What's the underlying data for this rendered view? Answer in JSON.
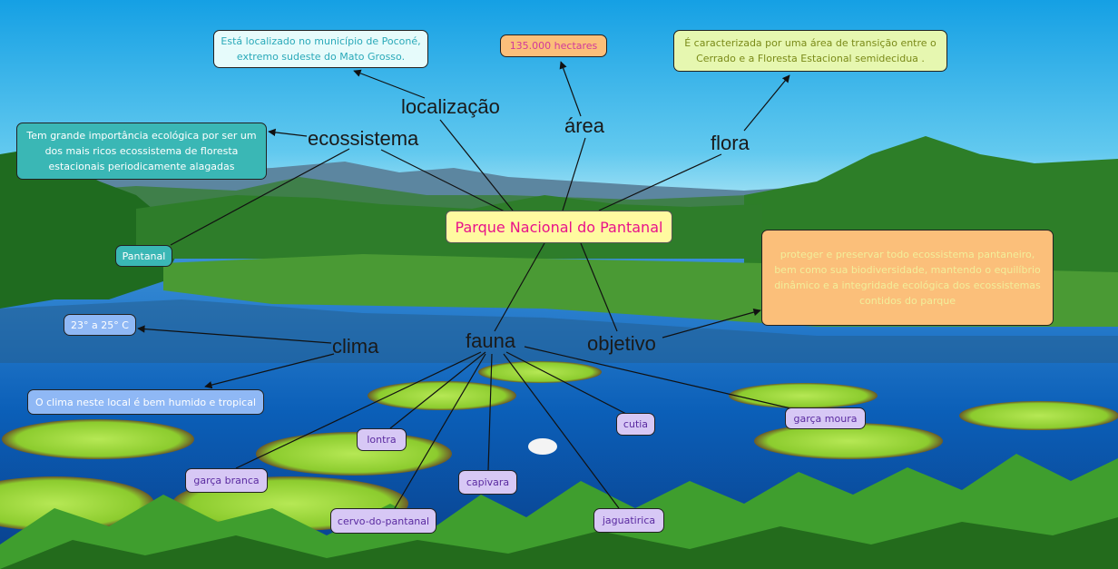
{
  "central": "Parque Nacional do Pantanal",
  "concepts": {
    "localizacao": "localização",
    "area": "área",
    "flora": "flora",
    "ecossistema": "ecossistema",
    "clima": "clima",
    "fauna": "fauna",
    "objetivo": "objetivo"
  },
  "details": {
    "localizacao": "Está localizado no município de Poconé, extremo sudeste do Mato Grosso.",
    "area": "135.000 hectares",
    "flora": "É caracterizada por uma área de transição entre o Cerrado e a Floresta Estacional semidecidua .",
    "ecossistema": "Tem grande importância ecológica por ser um dos mais ricos ecossistema de floresta estacionais periodicamente alagadas",
    "ecossistema_tipo": "Pantanal",
    "clima_temp": "23° a 25° C",
    "clima_desc": "O clima neste local é bem humido e tropical",
    "objetivo": "proteger e preservar todo ecossistema pantaneiro, bem como sua biodiversidade, mantendo o equilíbrio dinâmico e a integridade ecológica dos ecossistemas contidos do parque"
  },
  "fauna": {
    "lontra": "lontra",
    "garca_branca": "garça branca",
    "cervo": "cervo-do-pantanal",
    "capivara": "capivara",
    "cutia": "cutia",
    "jaguatirica": "jaguatirica",
    "garca_moura": "garça moura"
  },
  "colors": {
    "sky_top": "#1ea8e6",
    "sky_bottom": "#9fe0f5",
    "water": "#1565c0",
    "vegetation": "#2f8a2a",
    "lilypad": "#9ad43a",
    "teal_box": "#3ab7b5",
    "orange_box": "#fbbf7a",
    "green_box": "#e6f7b0"
  }
}
